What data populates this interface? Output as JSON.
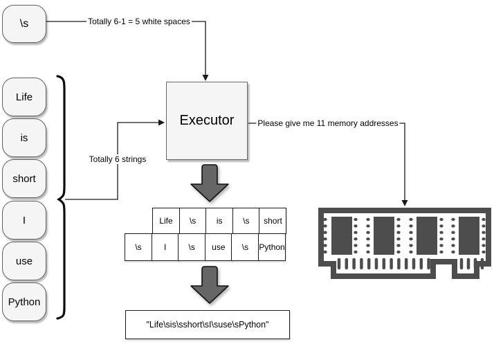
{
  "diagram": {
    "space_node": {
      "label": "\\s"
    },
    "space_arrow": {
      "label": "Totally 6-1 = 5 white spaces"
    },
    "strings_arrow": {
      "label": "Totally 6 strings"
    },
    "executor": {
      "label": "Executor"
    },
    "memory_arrow": {
      "label": "Please give me 11 memory addresses"
    },
    "string_nodes": [
      {
        "label": "Life"
      },
      {
        "label": "is"
      },
      {
        "label": "short"
      },
      {
        "label": "I"
      },
      {
        "label": "use"
      },
      {
        "label": "Python"
      }
    ],
    "memory_table": {
      "row1": [
        "Life",
        "\\s",
        "is",
        "\\s",
        "short"
      ],
      "row2": [
        "\\s",
        "I",
        "\\s",
        "use",
        "\\s",
        "Python"
      ]
    },
    "result": {
      "label": "\"Life\\sis\\sshort\\sI\\suse\\sPython\""
    },
    "colors": {
      "shape_fill": "#f5f5f5",
      "shape_stroke": "#666666",
      "fat_arrow_fill": "#666666",
      "ram_color": "#4d4d4d",
      "line_color": "#1a1a1a"
    }
  }
}
